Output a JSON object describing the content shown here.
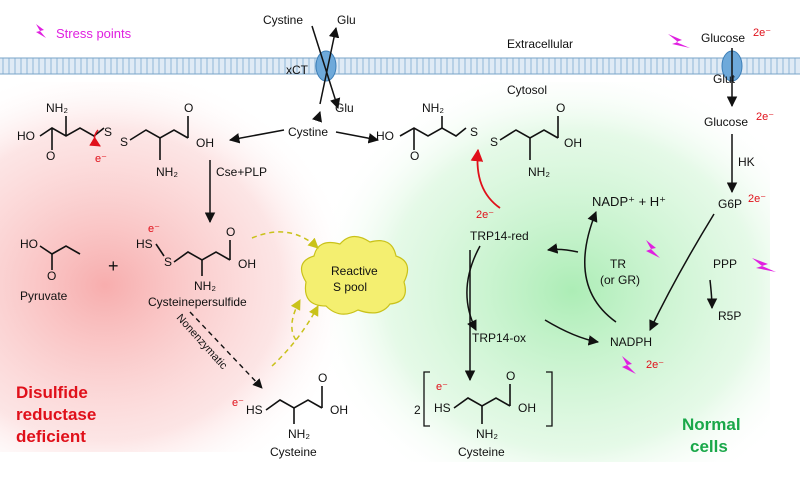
{
  "legend": {
    "stress_points": "Stress points"
  },
  "membrane": {
    "extracellular": "Extracellular",
    "cytosol": "Cytosol",
    "xct": "xCT",
    "glut": "Glut"
  },
  "transport": {
    "cystine_in": "Cystine",
    "glu_out_top": "Glu",
    "glu_bottom": "Glu",
    "glucose_out": "Glucose",
    "glucose_out_charge": "2e⁻"
  },
  "left_mol": {
    "oh": "HO",
    "nh2_top": "NH₂",
    "s1": "S",
    "s2": "S",
    "oh_right": "OH",
    "nh2_bottom": "NH₂",
    "e": "e⁻",
    "o1": "O",
    "o2": "O"
  },
  "center_mol": {
    "oh": "HO",
    "nh2_top": "NH₂",
    "s1": "S",
    "s2": "S",
    "oh_right": "OH",
    "nh2_bottom": "NH₂",
    "o1": "O",
    "o2": "O"
  },
  "labels": {
    "cystine_mid": "Cystine",
    "cse_plp": "Cse+PLP",
    "pyruvate": "Pyruvate",
    "pyruvate_ho": "HO",
    "pyruvate_o": "O",
    "plus": "+",
    "persulfide": "Cysteinepersulfide",
    "persulfide_hs": "HS",
    "persulfide_s": "S",
    "persulfide_e": "e⁻",
    "persulfide_nh2": "NH₂",
    "persulfide_oh": "OH",
    "persulfide_o": "O",
    "reactive_s": "Reactive\nS pool",
    "reactive_s_line1": "Reactive",
    "reactive_s_line2": "S pool",
    "nonenzymatic": "Nonenzymatic",
    "cys_left_e": "e⁻",
    "cys_left_hs": "HS",
    "cys_left_oh": "OH",
    "cys_left_o": "O",
    "cys_left_nh2": "NH₂",
    "cys_left_name": "Cysteine",
    "disulfide_l1": "Disulfide",
    "disulfide_l2": "reductase",
    "disulfide_l3": "deficient",
    "normal_l1": "Normal",
    "normal_l2": "cells",
    "trp_red": "TRP14-red",
    "trp_ox": "TRP14-ox",
    "trp_2e": "2e⁻",
    "cys_right_coef": "2",
    "cys_right_e": "e⁻",
    "cys_right_hs": "HS",
    "cys_right_oh": "OH",
    "cys_right_o": "O",
    "cys_right_nh2": "NH₂",
    "cys_right_name": "Cysteine",
    "nadp_plus": "NADP⁺ + H⁺",
    "tr": "TR",
    "or_gr": "(or GR)",
    "nadph": "NADPH",
    "nadph_2e": "2e⁻",
    "glucose_in": "Glucose",
    "glucose_in_charge": "2e⁻",
    "hk": "HK",
    "g6p": "G6P",
    "g6p_charge": "2e⁻",
    "ppp": "PPP",
    "r5p": "R5P"
  },
  "colors": {
    "stress": "#e020e0",
    "red_text": "#e0101a",
    "green_text": "#1aa84a",
    "red_zone": "#f7b6b6",
    "green_zone": "#b9efc0",
    "cloud": "#f4ef70",
    "membrane": "#8fb5d6",
    "channel": "#6ea9da"
  },
  "icons": {
    "stress_icon": "lightning-bolt",
    "channel_icon": "membrane-channel"
  }
}
